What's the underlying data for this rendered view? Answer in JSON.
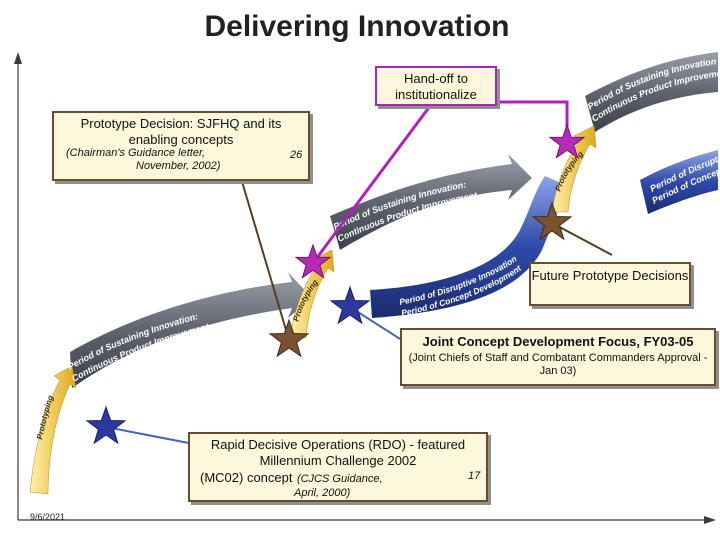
{
  "title": "Delivering Innovation",
  "date": "9/6/2021",
  "colors": {
    "arrow_gray": "#5f6470",
    "arrow_blue": "#2f4aa8",
    "prototyping_yellow": "#f2c12e",
    "callout_fill": "#fdf7dc",
    "callout_border": "#6b4b2a",
    "handoff_line": "#b020c0",
    "leader_brown": "#5a3b1e",
    "leader_blue": "#4a63b8"
  },
  "arrow_labels": {
    "sustaining_1": [
      "Period of Sustaining Innovation:",
      "Continuous Product Improvement"
    ],
    "sustaining_2": [
      "Period of Sustaining Innovation:",
      "Continuous Product Improvement"
    ],
    "sustaining_3": [
      "Period of Sustaining Innovation:",
      "Continuous Product Improvement"
    ],
    "disruptive_1": [
      "Period of Disruptive Innovation",
      "Period of Concept Development"
    ],
    "disruptive_2": [
      "Period of Disruptive",
      "Period of Concept"
    ],
    "prototyping": "Prototyping"
  },
  "callouts": {
    "handoff": {
      "text": "Hand-off to institutionalize"
    },
    "prototype_decision": {
      "main": "Prototype Decision: SJFHQ and its enabling concepts",
      "sub_1": "(Chairman's Guidance letter,",
      "sub_2": "November, 2002)",
      "number": "26"
    },
    "future_prototype": {
      "text": "Future Prototype Decisions"
    },
    "joint_concept": {
      "main": "Joint Concept Development Focus, FY03-05",
      "sub": "(Joint Chiefs of Staff and Combatant Commanders Approval - Jan 03)"
    },
    "rdo": {
      "main": "Rapid Decisive Operations (RDO) - featured Millennium Challenge 2002",
      "main_2": "(MC02) concept",
      "sub_1": "(CJCS Guidance,",
      "sub_2": "April, 2000)",
      "number": "17"
    }
  },
  "stars": {
    "blue": "#2c3aa0",
    "magenta": "#b62ab8",
    "brown": "#7a5230"
  }
}
